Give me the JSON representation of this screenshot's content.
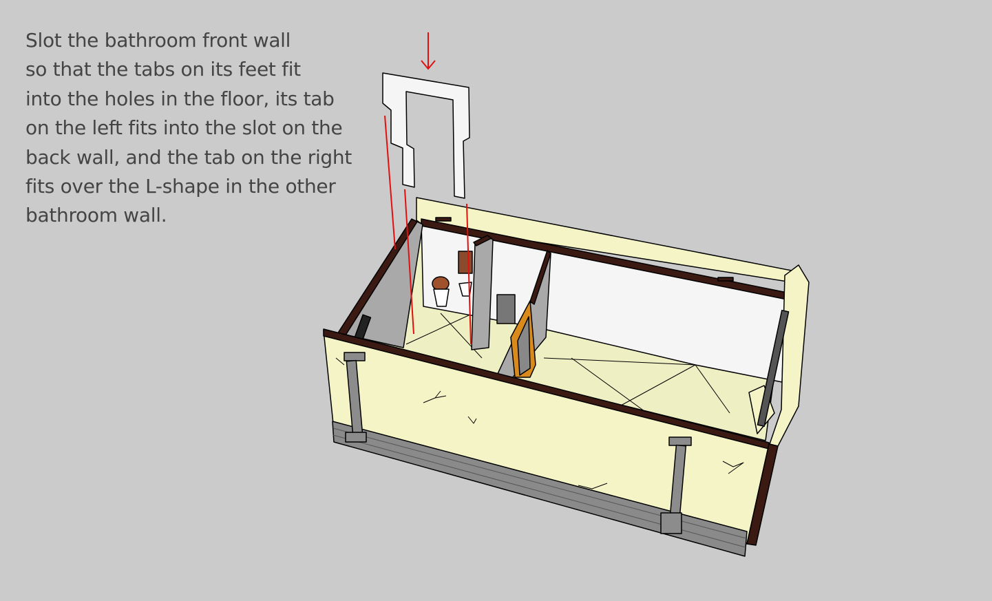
{
  "instructions": {
    "lines": [
      "Slot the bathroom front wall",
      "so that the tabs on its feet fit",
      "into the holes in the floor, its tab",
      "on the left fits into the slot on the",
      "back wall, and the tab on the right",
      "fits over the L-shape in the other",
      "bathroom wall."
    ]
  },
  "colors": {
    "background": "#cbcbcb",
    "wall_cream": "#f4f4c6",
    "wall_trim": "#3a1a12",
    "floor": "#efefc4",
    "interior_white": "#f5f5f5",
    "interior_gray": "#a9a9a9",
    "guide_red": "#e01010",
    "brick": "#8a8a8a",
    "door_frame": "#d98a1c"
  }
}
